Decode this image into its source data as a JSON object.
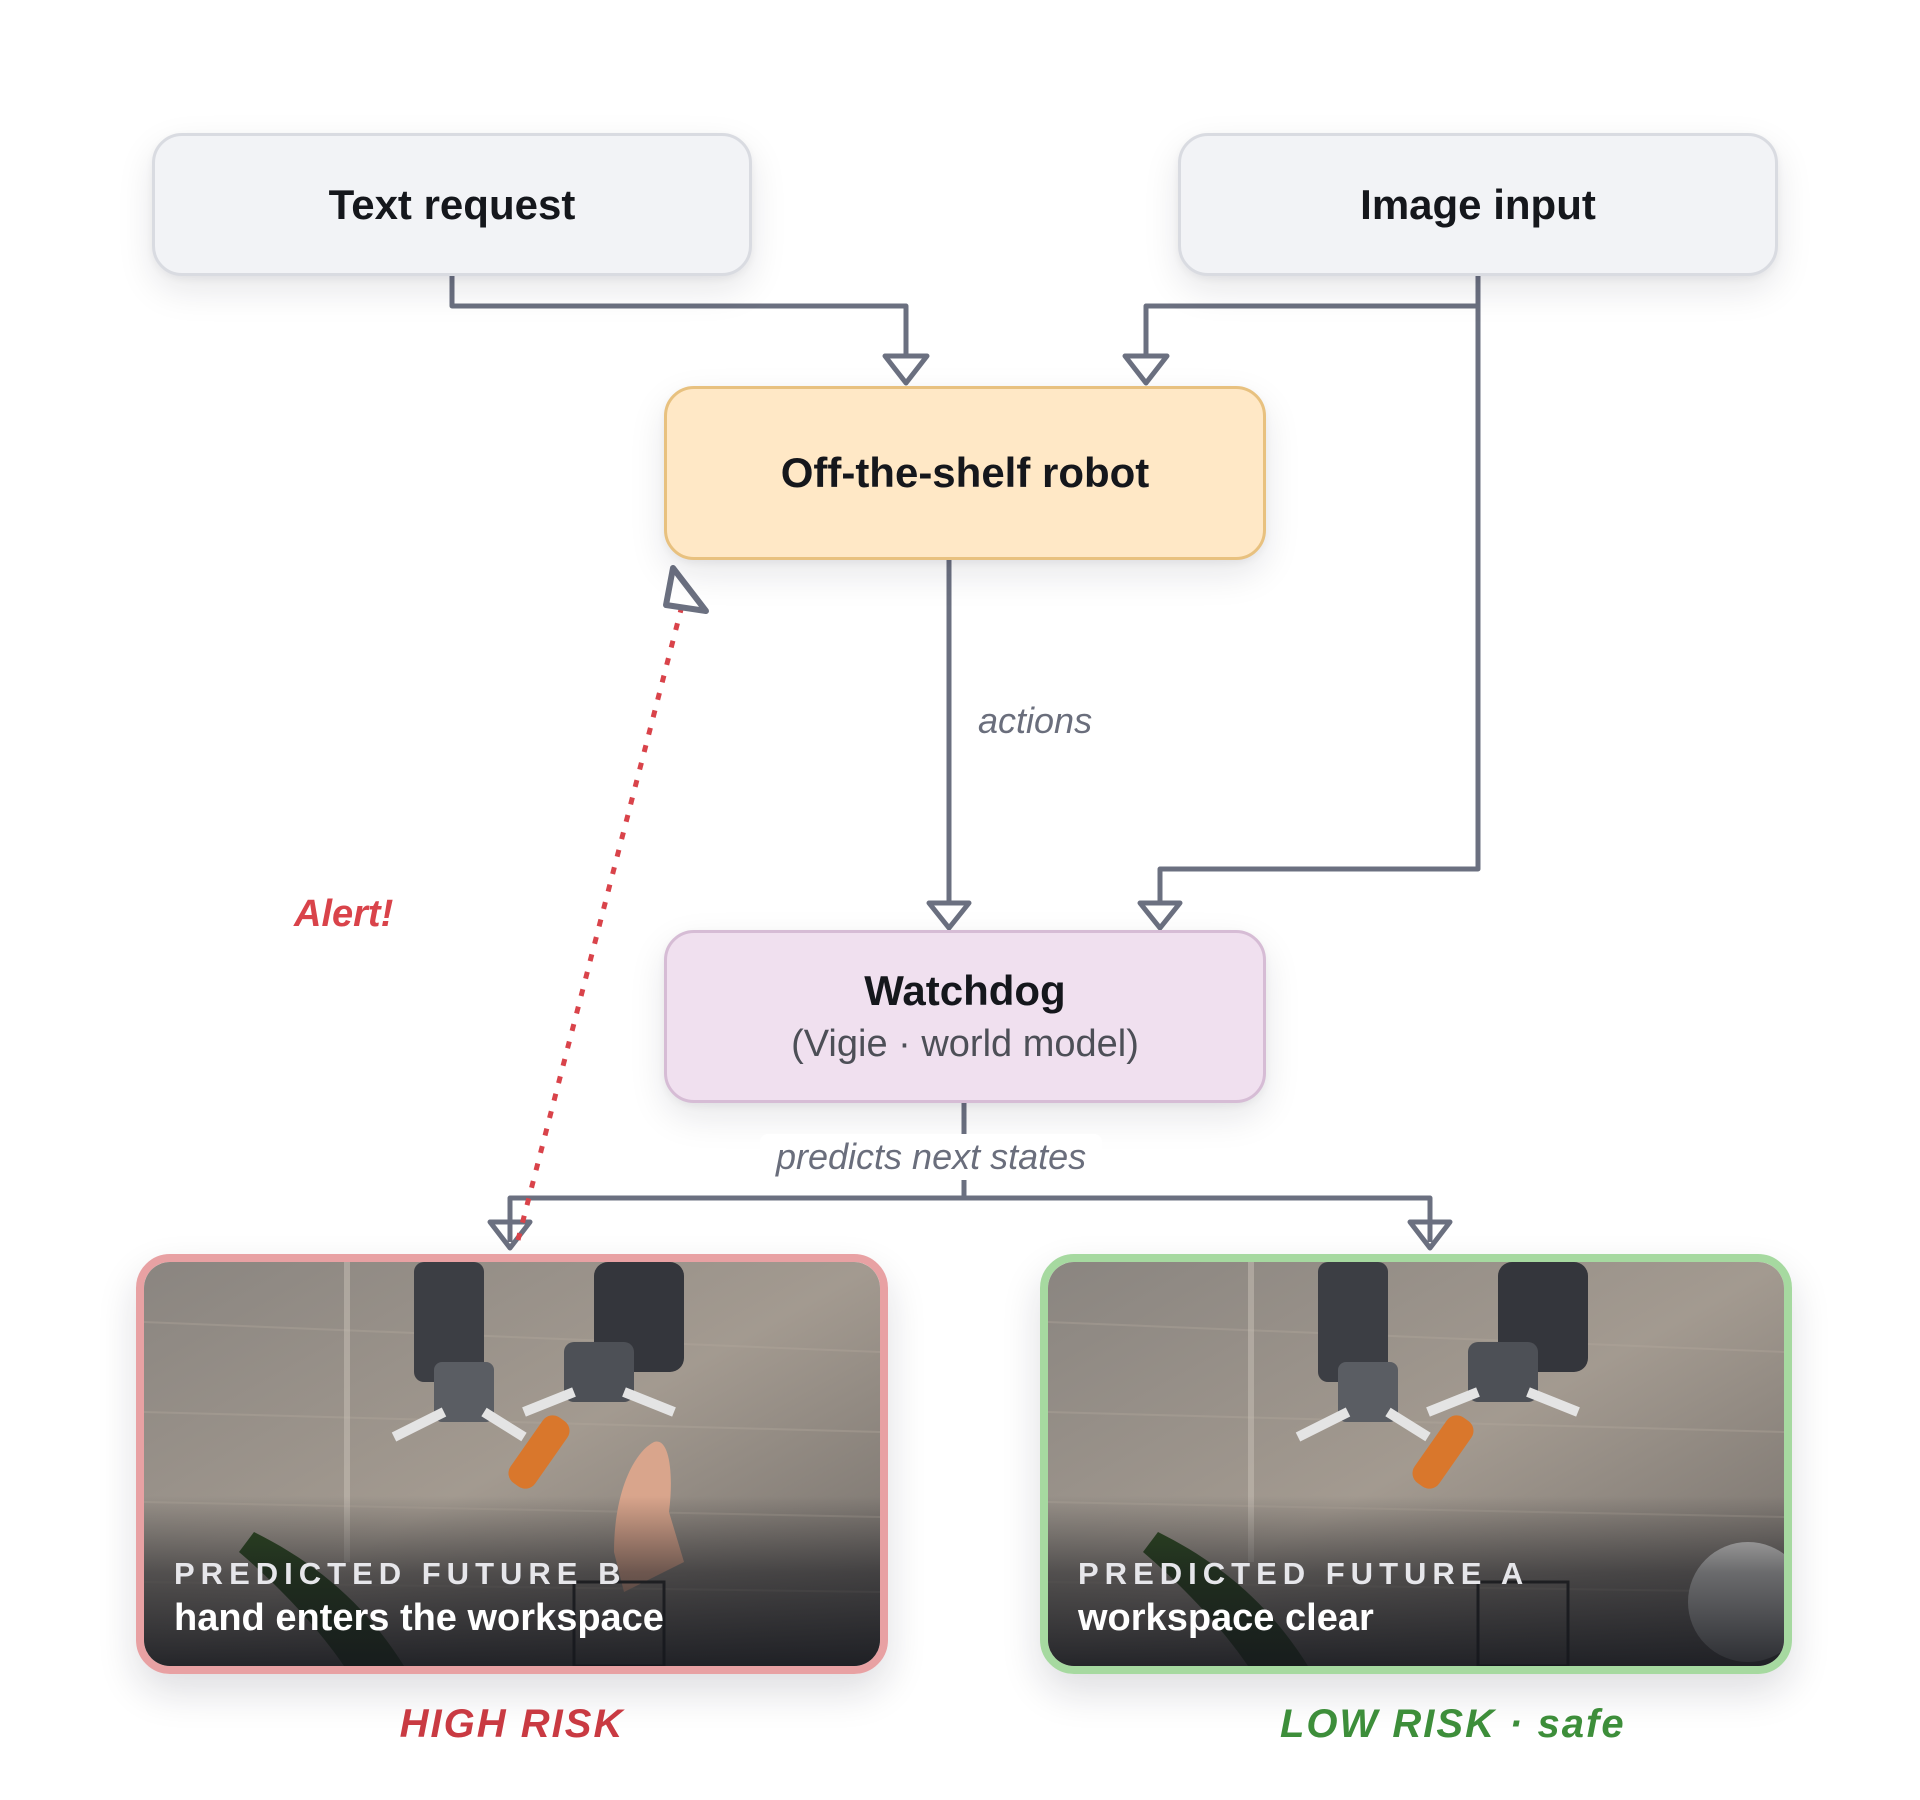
{
  "nodes": {
    "text_request": "Text request",
    "image_input": "Image input",
    "robot": "Off-the-shelf robot",
    "watchdog_title": "Watchdog",
    "watchdog_subtitle": "(Vigie · world model)"
  },
  "edges": {
    "actions": "actions",
    "predicts": "predicts next states",
    "alert": "Alert!"
  },
  "futures": {
    "b": {
      "kicker": "PREDICTED FUTURE B",
      "caption": "hand enters the workspace",
      "risk": "HIGH RISK"
    },
    "a": {
      "kicker": "PREDICTED FUTURE A",
      "caption": "workspace clear",
      "risk": "LOW RISK · safe"
    }
  },
  "colors": {
    "connector": "#6b7080",
    "alert": "#d9434a",
    "robot_fill": "#ffe8c6",
    "watchdog_fill": "#f0e0ef",
    "high_risk": "#c93a42",
    "low_risk": "#3d8e3a"
  }
}
